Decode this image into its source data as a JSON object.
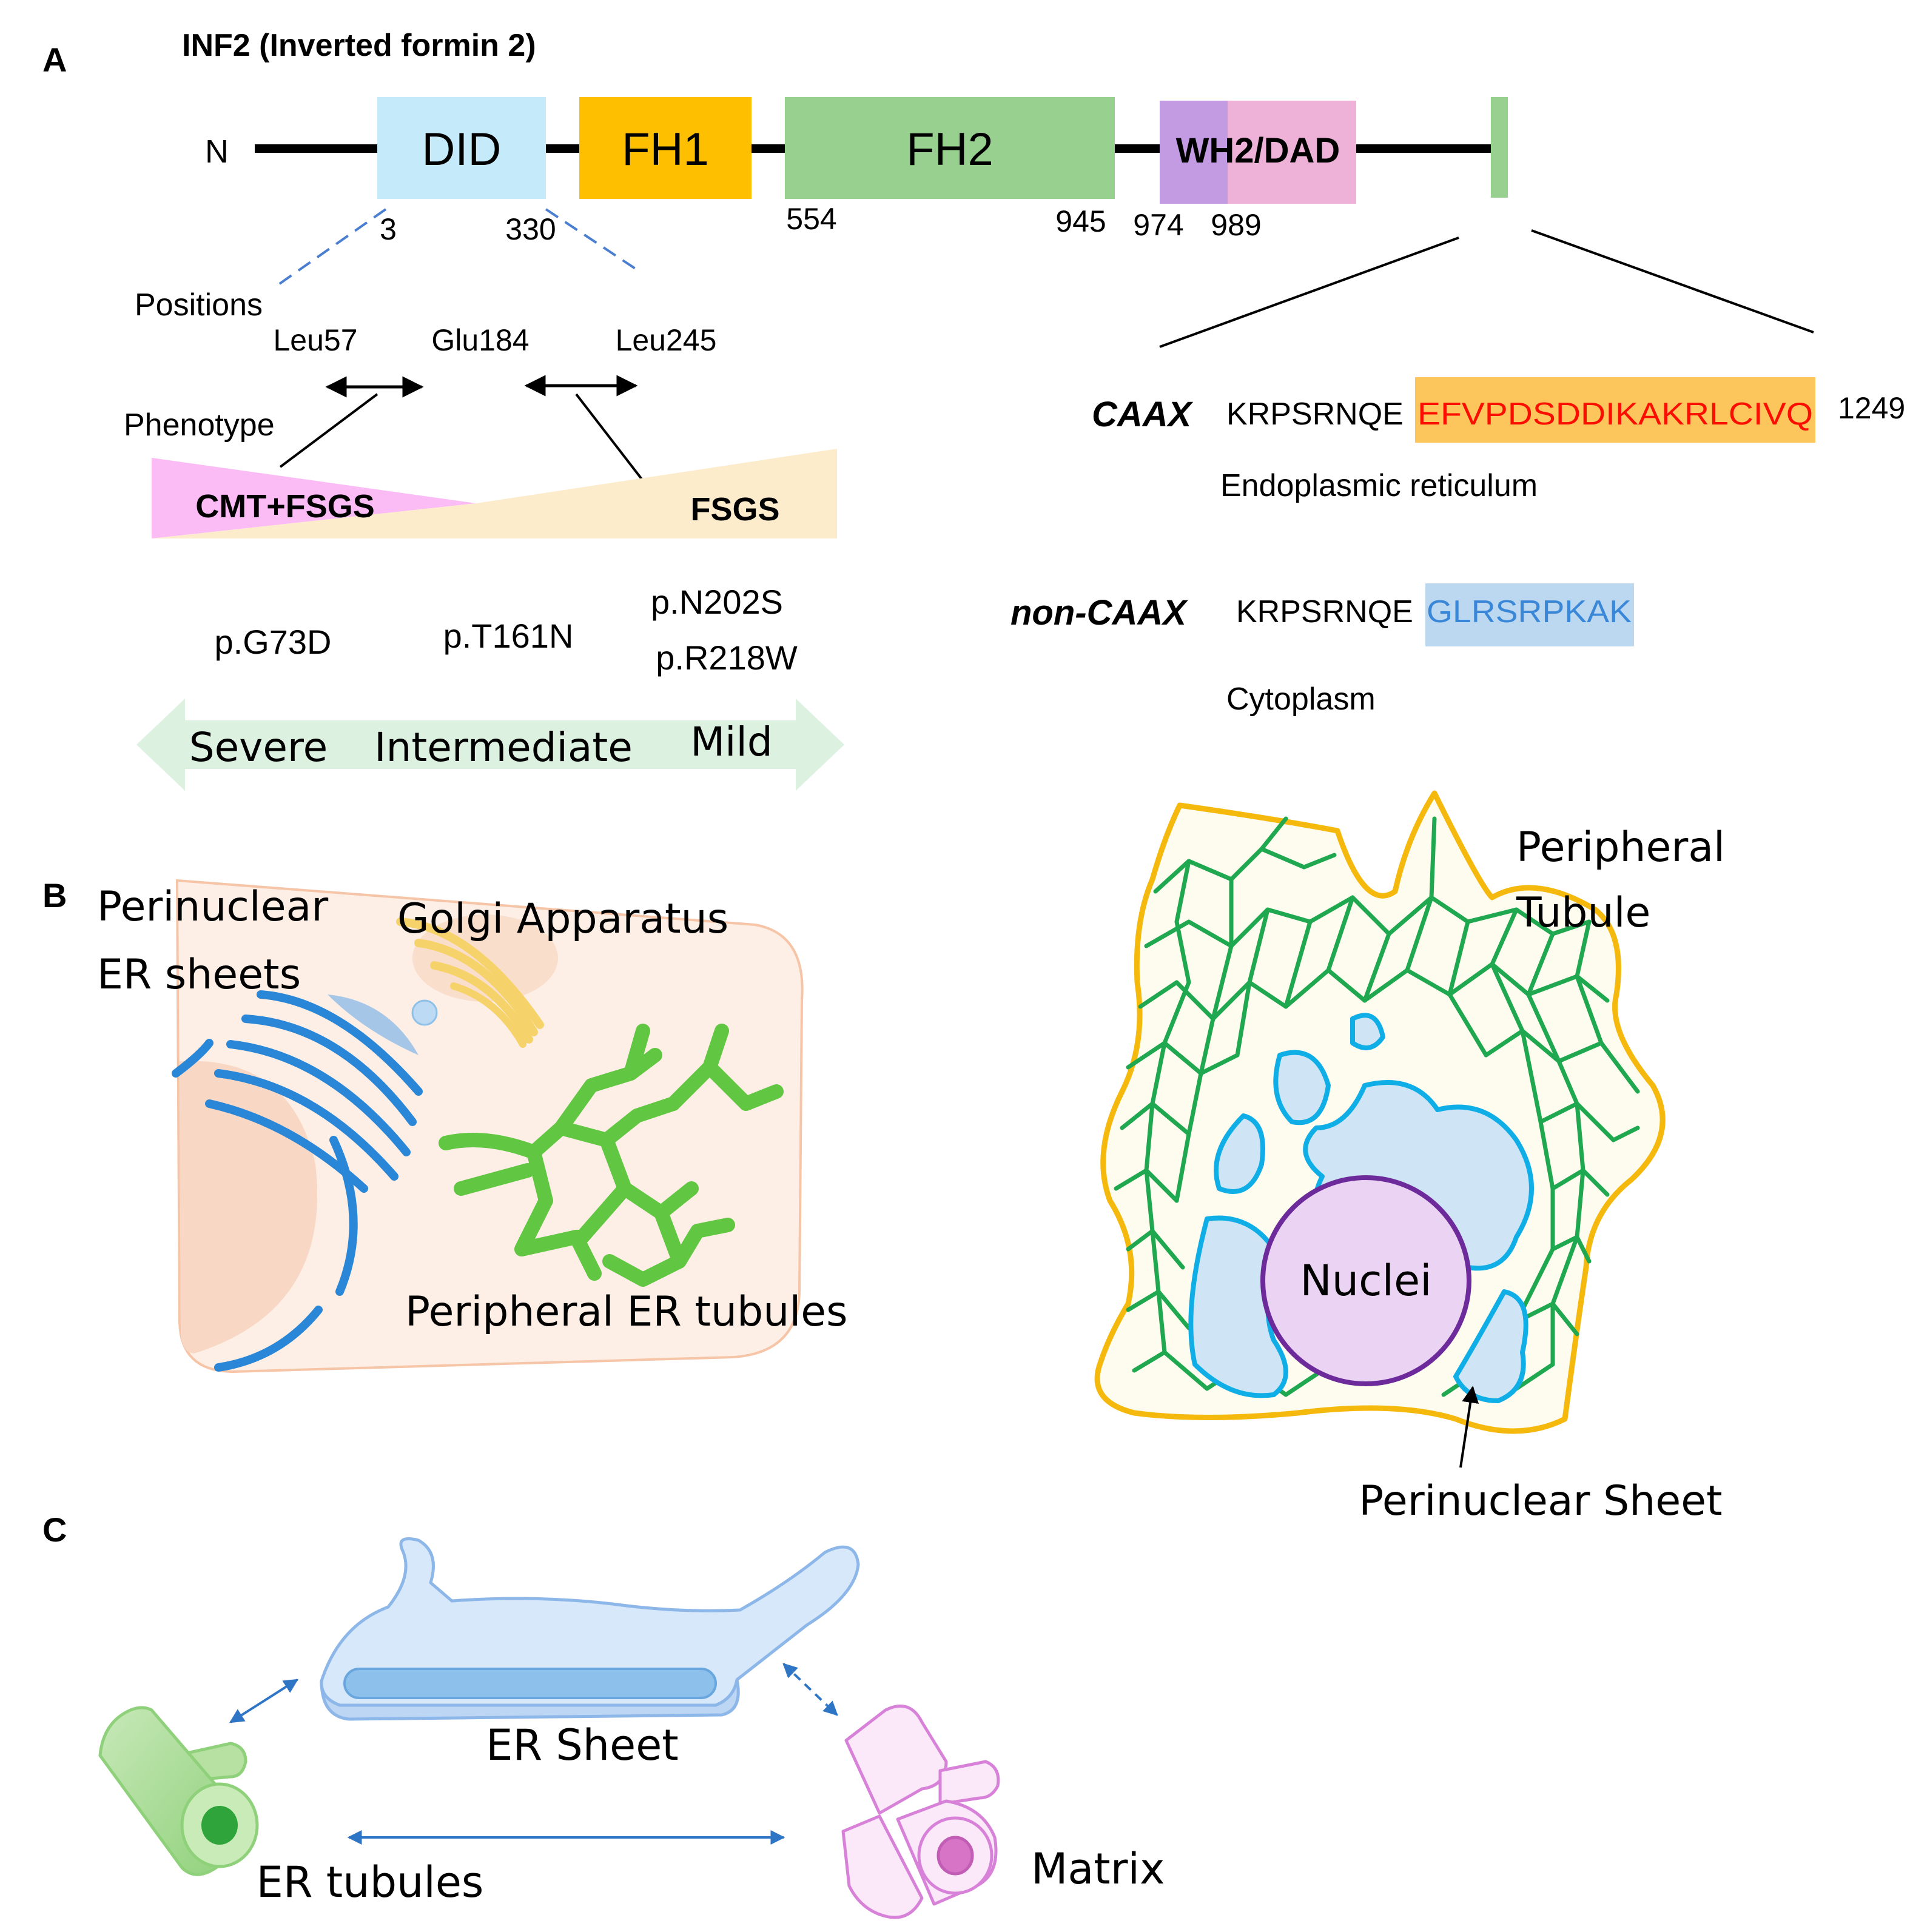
{
  "panels": {
    "a": "A",
    "b": "B",
    "c": "C"
  },
  "protein": {
    "title": "INF2 (Inverted formin 2)",
    "n_terminus": "N",
    "domains": [
      {
        "name": "DID",
        "color": "#c5ebfb"
      },
      {
        "name": "FH1",
        "color": "#fdbf00"
      },
      {
        "name": "FH2",
        "color": "#98d18f"
      },
      {
        "name": "WH2/DAD",
        "color_left": "#c39be2",
        "color_right": "#eeb1d8"
      }
    ],
    "positions": [
      "3",
      "330",
      "554",
      "945",
      "974",
      "989"
    ],
    "tail_color": "#98d18f"
  },
  "did_detail": {
    "positions_label": "Positions",
    "residues": [
      "Leu57",
      "Glu184",
      "Leu245"
    ],
    "phenotype_label": "Phenotype",
    "phenotypes": [
      "CMT+FSGS",
      "FSGS"
    ],
    "mutations": [
      "p.G73D",
      "p.T161N",
      "p.N202S",
      "p.R218W"
    ],
    "severity": [
      "Severe",
      "Intermediate",
      "Mild"
    ]
  },
  "isoforms": {
    "caax": {
      "label": "CAAX",
      "prefix": "KRPSRNQE",
      "tail": "EFVPDSDDIKAKRLCIVQ",
      "end": "1249",
      "location": "Endoplasmic  reticulum",
      "tail_color": "#fb0d00",
      "highlight": "#fdc65c"
    },
    "non_caax": {
      "label": "non-CAAX",
      "prefix": "KRPSRNQE",
      "tail": "GLRSRPKAK",
      "location": "Cytoplasm",
      "tail_color": "#3a87d8",
      "highlight": "#bcd8f1"
    }
  },
  "panel_b": {
    "left": {
      "er_sheets": [
        "Perinuclear",
        "ER sheets"
      ],
      "golgi": "Golgi Apparatus",
      "tubules": "Peripheral ER tubules"
    },
    "right": {
      "peripheral": [
        "Peripheral",
        "Tubule"
      ],
      "nuclei": "Nuclei",
      "sheet": "Perinuclear Sheet"
    }
  },
  "panel_c": {
    "sheet": "ER Sheet",
    "tubules": "ER tubules",
    "matrix": "Matrix"
  }
}
